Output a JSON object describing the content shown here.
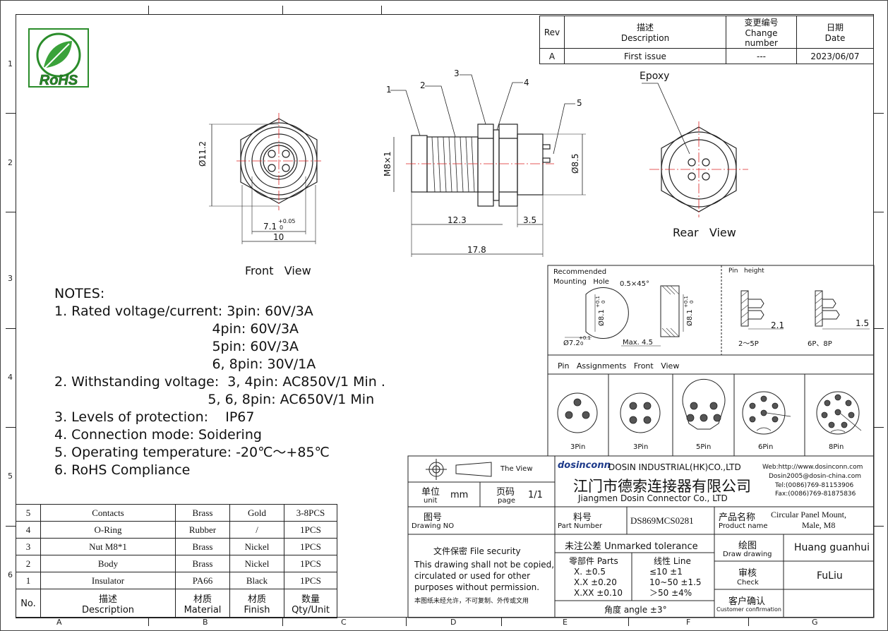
{
  "logo": {
    "text": "RoHS"
  },
  "revision": {
    "headers": {
      "rev": "Rev",
      "desc_cn": "描述",
      "desc_en": "Description",
      "change_cn": "变更编号",
      "change_en": "Change number",
      "date_cn": "日期",
      "date_en": "Date"
    },
    "row": {
      "rev": "A",
      "desc": "First issue",
      "change": "---",
      "date": "2023/06/07"
    }
  },
  "zones": {
    "cols": [
      "A",
      "B",
      "C",
      "D",
      "E",
      "F",
      "G"
    ],
    "rows": [
      "1",
      "2",
      "3",
      "4",
      "5",
      "6"
    ]
  },
  "views": {
    "front": "Front   View",
    "rear": "Rear   View",
    "epoxy": "Epoxy",
    "callouts": [
      "1",
      "2",
      "3",
      "4",
      "5"
    ],
    "dims": {
      "d112": "Ø11.2",
      "w71": "7.1",
      "tol_plus": "+0.05",
      "tol_zero": "0",
      "w10": "10",
      "m8": "M8×1",
      "d85": "Ø8.5",
      "l123": "12.3",
      "l35": "3.5",
      "l178": "17.8"
    }
  },
  "mounting": {
    "title1": "Recommended",
    "title2": "Mounting   Hole",
    "chamfer": "0.5×45°",
    "d81": "Ø8.1",
    "tol01": "+0.1",
    "tol0": "0",
    "d72": "Ø7.2",
    "max45": "Max. 4.5",
    "pin_height": "Pin   height",
    "h21": "2.1",
    "h15": "1.5",
    "p25": "2～5P",
    "p68": "6P、8P"
  },
  "pins": {
    "title": "Pin   Assignments   Front   View",
    "labels": [
      "3Pin",
      "3Pin",
      "5Pin",
      "6Pin",
      "8Pin"
    ]
  },
  "notes": {
    "title": "NOTES:",
    "lines": [
      "1. Rated voltage/current: 3pin: 60V/3A",
      "                                     4pin: 60V/3A",
      "                                     5pin: 60V/3A",
      "                                     6, 8pin: 30V/1A",
      "2. Withstanding voltage:  3, 4pin: AC850V/1 Min .",
      "                                    5, 6, 8pin: AC650V/1 Min",
      "3. Levels of protection:    IP67",
      "4. Connection mode: Soidering",
      "5. Operating temperature: -20℃～+85℃",
      "6. RoHS Compliance"
    ]
  },
  "bom": {
    "rows": [
      {
        "no": "5",
        "desc": "Contacts",
        "mat": "Brass",
        "fin": "Gold",
        "qty": "3-8PCS"
      },
      {
        "no": "4",
        "desc": "O-Ring",
        "mat": "Rubber",
        "fin": "/",
        "qty": "1PCS"
      },
      {
        "no": "3",
        "desc": "Nut M8*1",
        "mat": "Brass",
        "fin": "Nickel",
        "qty": "1PCS"
      },
      {
        "no": "2",
        "desc": "Body",
        "mat": "Brass",
        "fin": "Nickel",
        "qty": "1PCS"
      },
      {
        "no": "1",
        "desc": "Insulator",
        "mat": "PA66",
        "fin": "Black",
        "qty": "1PCS"
      }
    ],
    "header": {
      "no": "No.",
      "desc_cn": "描述",
      "desc_en": "Description",
      "mat_cn": "材质",
      "mat_en": "Material",
      "fin_cn": "材质",
      "fin_en": "Finish",
      "qty_cn": "数量",
      "qty_en": "Qty/Unit"
    }
  },
  "title_block": {
    "the_view": "The View",
    "unit_cn": "单位",
    "unit_en": "unit",
    "unit_val": "mm",
    "page_cn": "页码",
    "page_en": "page",
    "page_val": "1/1",
    "drawing_no_cn": "图号",
    "drawing_no_en": "Drawing NO",
    "brand": "dosinconn",
    "company_en": "DOSIN INDUSTRIAL(HK)CO.,LTD",
    "company_cn": "江门市德索连接器有限公司",
    "company_en2": "Jiangmen Dosin Connector Co., LTD",
    "web": "Web:http://www.dosinconn.com",
    "email": "Dosin2005@dosin-china.com",
    "tel": "Tel:(0086)769-81153906",
    "fax": "Fax:(0086)769-81875836",
    "part_cn": "料号",
    "part_en": "Part Number",
    "part_val": "DS869MCS0281",
    "prod_cn": "产品名称",
    "prod_en": "Product name",
    "prod_val1": "Circular Panel Mount,",
    "prod_val2": "Male, M8",
    "security_title": "文件保密  File security",
    "security_en": [
      "This drawing shall not be copied,",
      "circulated or used for other",
      "purposes without permission."
    ],
    "security_cn": "本图纸未经允许，不可复制、外传或文用",
    "tol_title": "未注公差 Unmarked tolerance",
    "parts_title": "零部件 Parts",
    "parts": [
      "X.  ±0.5",
      "X.X  ±0.20",
      "X.XX  ±0.10"
    ],
    "line_title": "线性 Line",
    "lines": [
      "≤10  ±1",
      "10~50  ±1.5",
      "＞50  ±4%"
    ],
    "angle": "角度 angle  ±3°",
    "draw_cn": "绘图",
    "draw_en": "Draw drawing",
    "draw_val": "Huang guanhui",
    "check_cn": "审核",
    "check_en": "Check",
    "check_val": "FuLiu",
    "cust_cn": "客户确认",
    "cust_en": "Customer confirmation"
  }
}
